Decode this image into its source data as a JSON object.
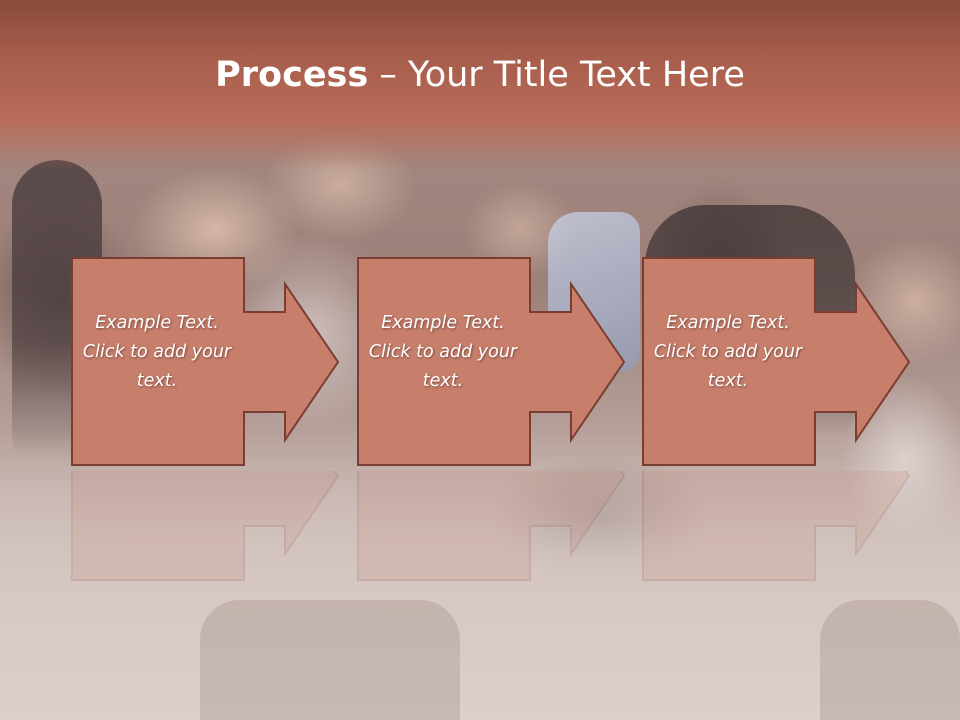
{
  "title": {
    "bold": "Process",
    "rest": " – Your Title Text Here"
  },
  "steps": [
    {
      "text": "Example Text. Click  to add your text."
    },
    {
      "text": "Example Text. Click  to add your text."
    },
    {
      "text": "Example Text. Click  to add your text."
    }
  ],
  "colors": {
    "title_band": "#a85e4c",
    "box_fill": "#c77f6c",
    "box_stroke": "#7a3d31",
    "text": "#ffffff"
  }
}
